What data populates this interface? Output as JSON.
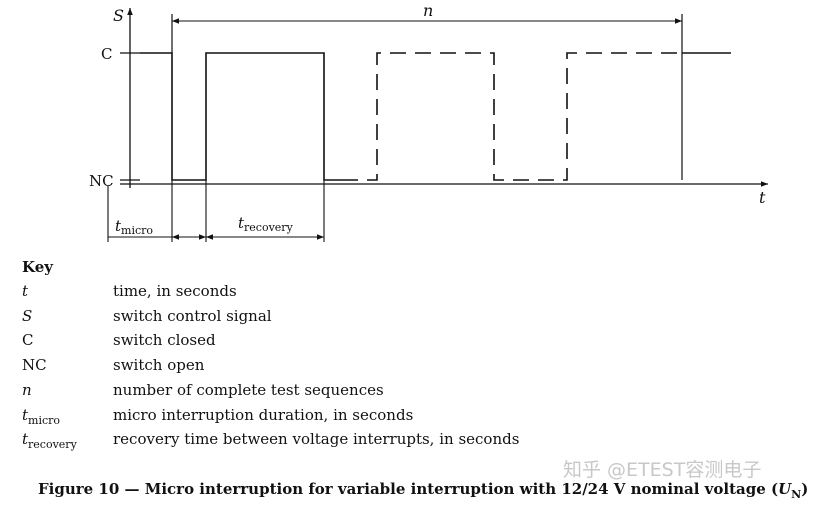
{
  "diagram": {
    "y_axis_label": "S",
    "x_axis_label": "t",
    "level_high_label": "C",
    "level_low_label": "NC",
    "span_label": "n",
    "t_micro_label": "t",
    "t_micro_sub": "micro",
    "t_recovery_label": "t",
    "t_recovery_sub": "recovery"
  },
  "key": {
    "title": "Key",
    "items": [
      {
        "symbol": "t",
        "desc": "time, in seconds"
      },
      {
        "symbol": "S",
        "desc": "switch control signal"
      },
      {
        "symbol": "C",
        "desc": "switch closed"
      },
      {
        "symbol": "NC",
        "desc": "switch open"
      },
      {
        "symbol": "n",
        "desc": "number of complete test sequences"
      },
      {
        "symbol": "t",
        "sub": "micro",
        "desc": "micro interruption duration, in seconds"
      },
      {
        "symbol": "t",
        "sub": "recovery",
        "desc": "recovery time between voltage interrupts, in seconds"
      }
    ]
  },
  "caption": {
    "prefix": "Figure 10 — Micro interruption for variable interruption with 12/24 V nominal voltage (",
    "var": "U",
    "sub": "N",
    "suffix": ")"
  },
  "watermark": "知乎 @ETEST容测电子"
}
